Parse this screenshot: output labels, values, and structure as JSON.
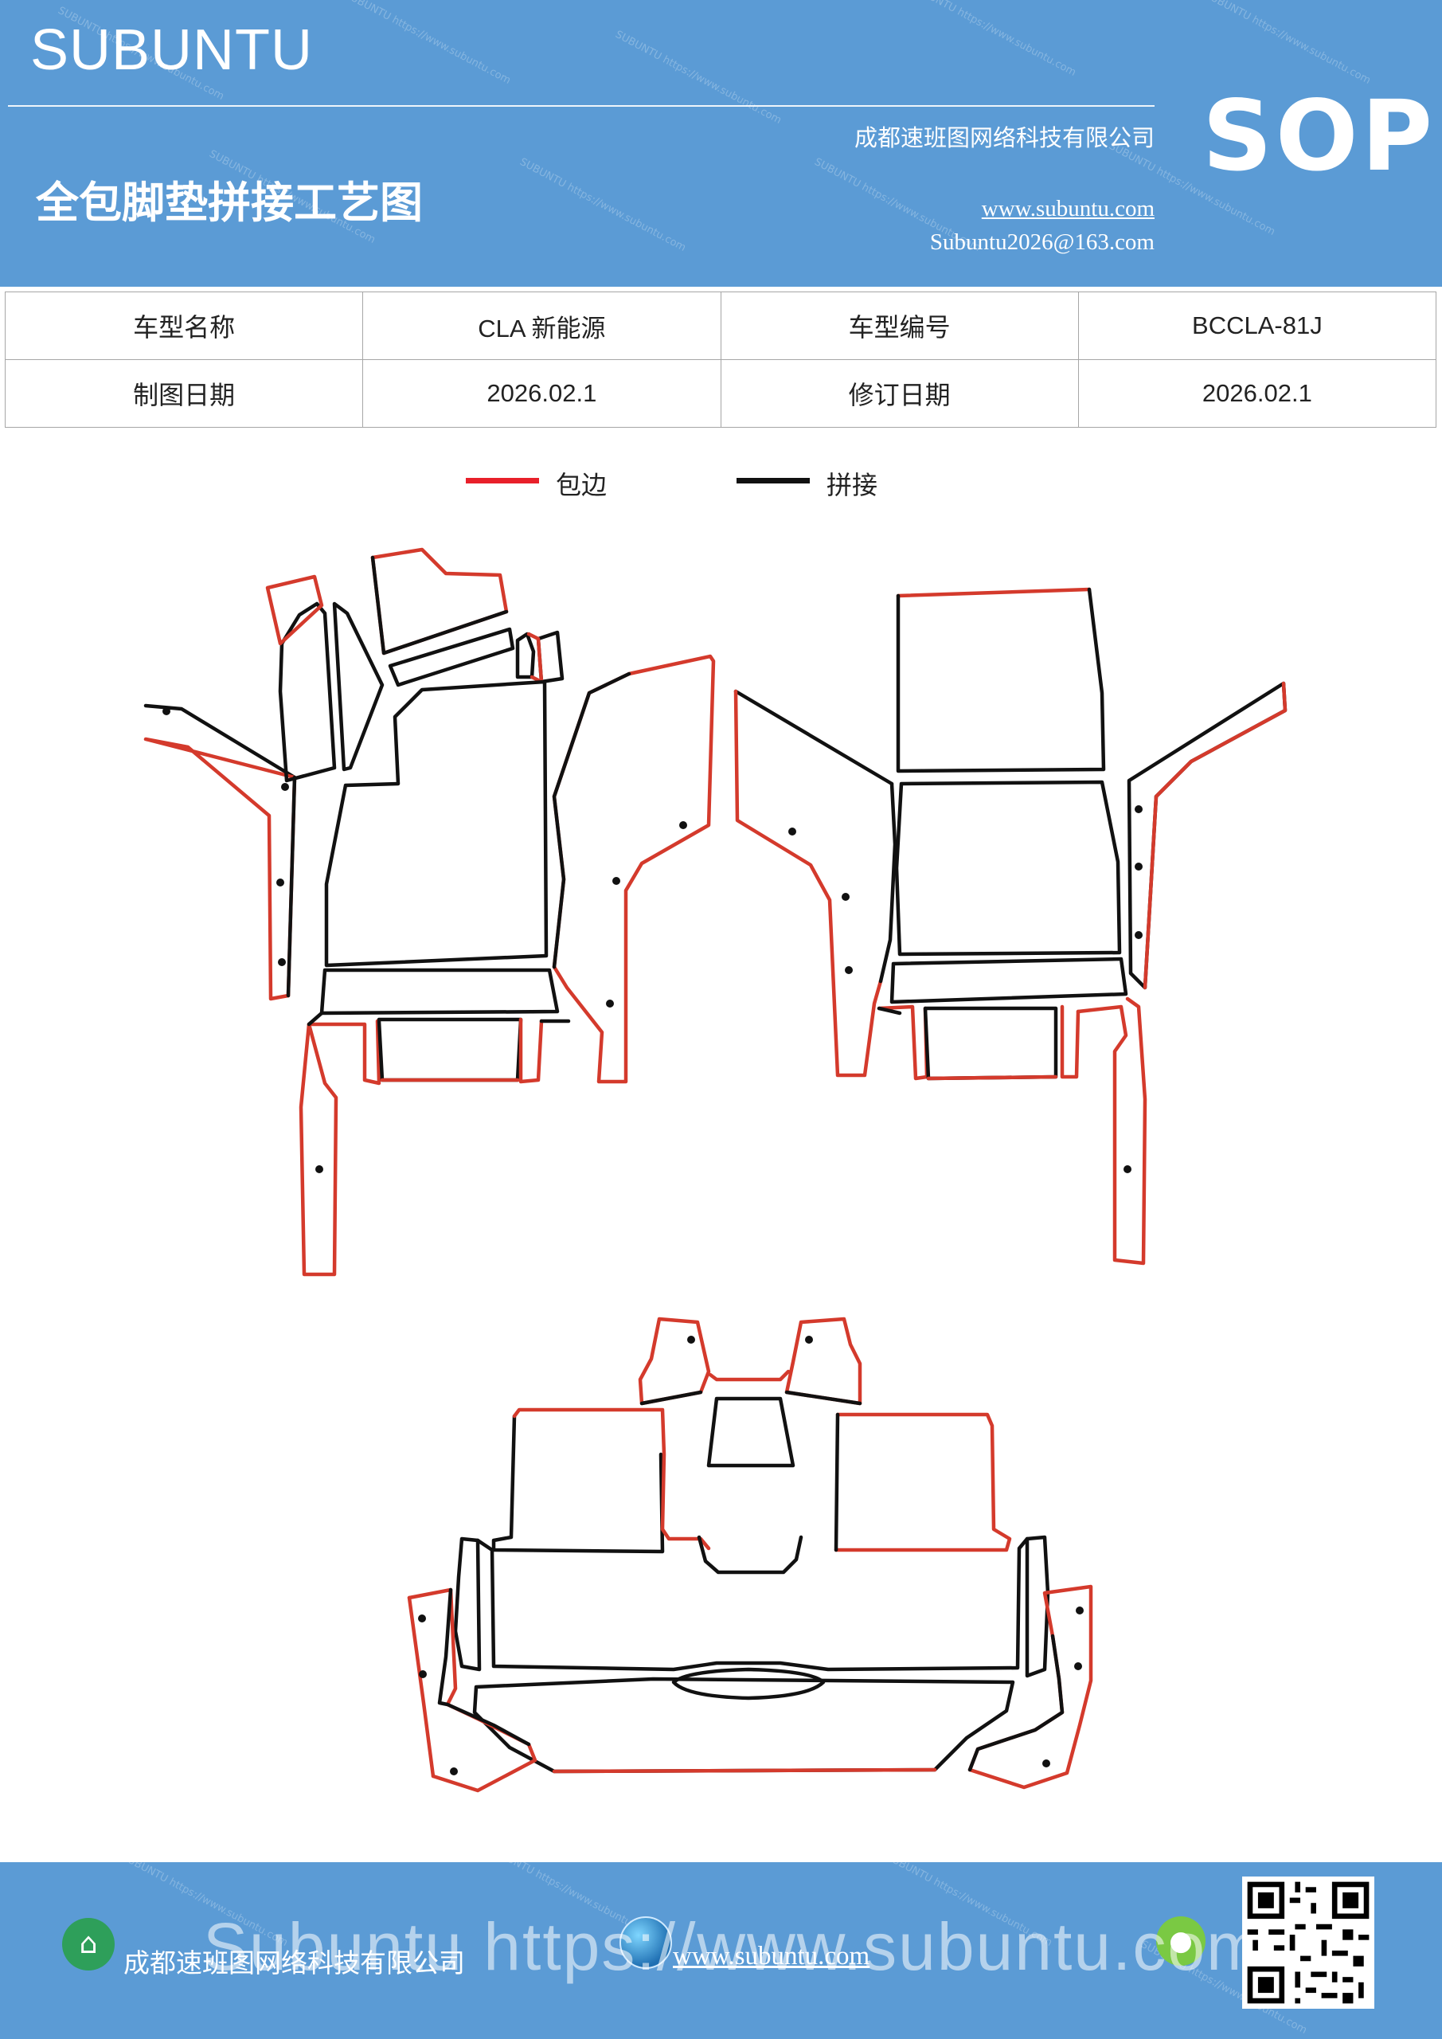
{
  "header": {
    "brand": "SUBUNTU",
    "company": "成都速班图网络科技有限公司",
    "doc_title": "全包脚垫拼接工艺图",
    "website": "www.subuntu.com",
    "email": "Subuntu2026@163.com",
    "badge": "SOP",
    "watermark": "SUBUNTU https://www.subuntu.com"
  },
  "info_table": {
    "rows": [
      [
        "车型名称",
        "CLA 新能源",
        "车型编号",
        "BCCLA-81J"
      ],
      [
        "制图日期",
        "2026.02.1",
        "修订日期",
        "2026.02.1"
      ]
    ]
  },
  "legend": [
    {
      "label": "包边",
      "color": "#e8202a"
    },
    {
      "label": "拼接",
      "color": "#111111"
    }
  ],
  "colors": {
    "brand_blue": "#5b9bd5",
    "edge_red": "#d43a2c",
    "seam_black": "#111111"
  },
  "footer": {
    "company": "成都速班图网络科技有限公司",
    "website": "www.subuntu.com",
    "overlay": "Subuntu  https://www.subuntu.com",
    "home_icon": "building-icon",
    "globe_icon": "globe-icon",
    "wechat_icon": "wechat-icon"
  }
}
